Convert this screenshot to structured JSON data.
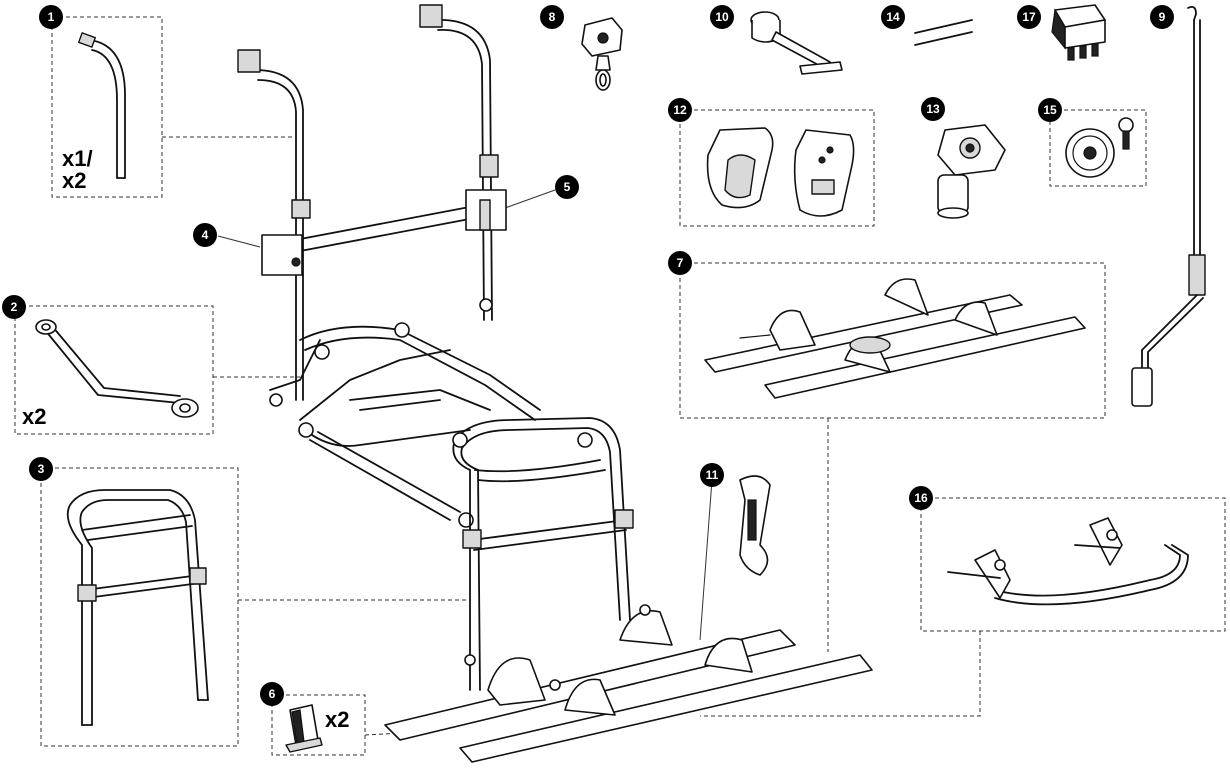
{
  "callouts": {
    "c1": "1",
    "c2": "2",
    "c3": "3",
    "c4": "4",
    "c5": "5",
    "c6": "6",
    "c7": "7",
    "c8": "8",
    "c9": "9",
    "c10": "10",
    "c11": "11",
    "c12": "12",
    "c13": "13",
    "c14": "14",
    "c15": "15",
    "c16": "16",
    "c17": "17"
  },
  "quantities": {
    "part1_line1": "x1/",
    "part1_line2": "x2",
    "part2": "x2",
    "part6": "x2"
  }
}
